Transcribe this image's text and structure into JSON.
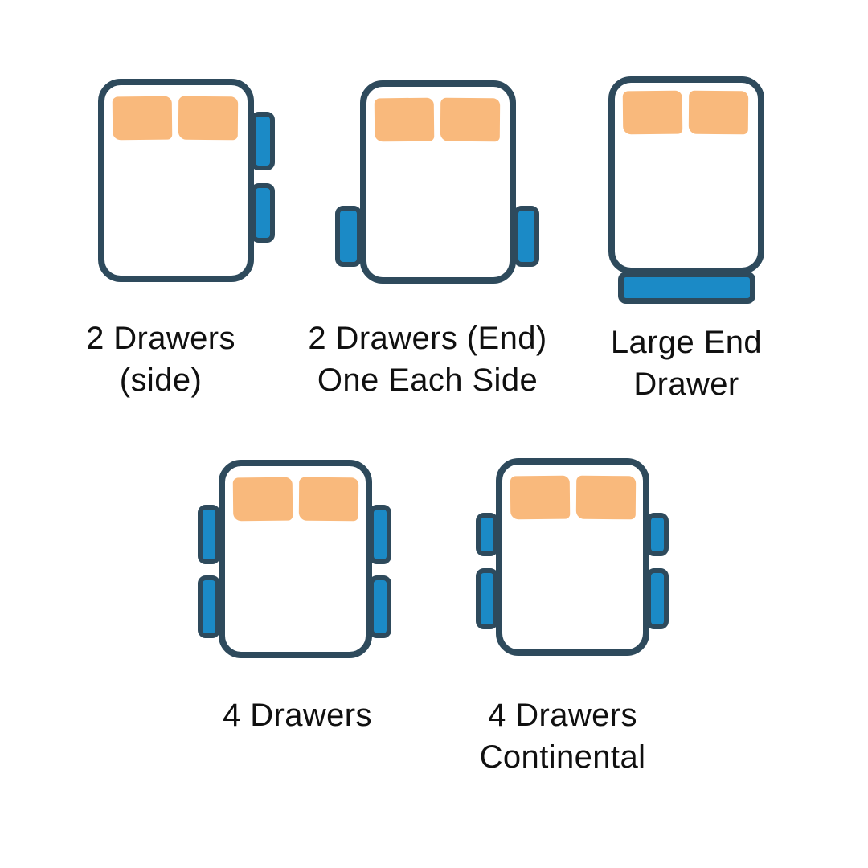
{
  "colors": {
    "outline": "#2E4A5C",
    "drawer-fill": "#1B8AC6",
    "pillow-fill": "#F9B97C",
    "label-text": "#101010",
    "background": "#FFFFFF"
  },
  "icons": {
    "bed": "white rounded rectangle with navy outline",
    "pillow": "orange rounded rectangle",
    "drawer": "blue rounded rectangle with navy outline"
  },
  "figures": {
    "side2": {
      "line1": "2 Drawers",
      "line2": "(side)"
    },
    "end2": {
      "line1": "2 Drawers (End)",
      "line2": "One Each Side"
    },
    "large_end": {
      "line1": "Large End",
      "line2": "Drawer"
    },
    "four": {
      "line1": "4 Drawers"
    },
    "continental": {
      "line1": "4 Drawers",
      "line2": "Continental"
    }
  }
}
